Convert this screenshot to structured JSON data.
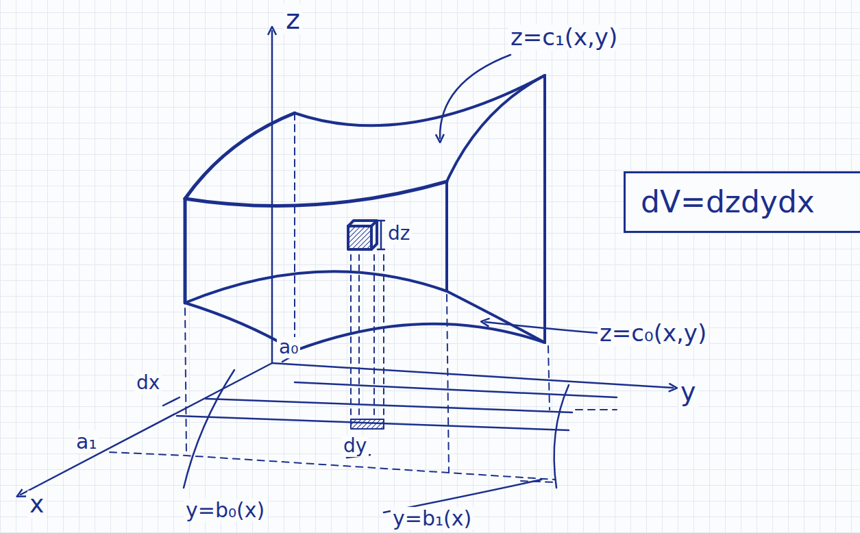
{
  "diagram": {
    "nodes": [
      {
        "text": [
          "dV=dzdydx"
        ]
      }
    ],
    "labels": [
      "z",
      "z=c₁(x,y)",
      "dz",
      "z=c₀(x,y)",
      "dx",
      "a₀",
      "a₁",
      "y",
      "x",
      "dy",
      "y=b₀(x)",
      "y=b₁(x)"
    ]
  }
}
